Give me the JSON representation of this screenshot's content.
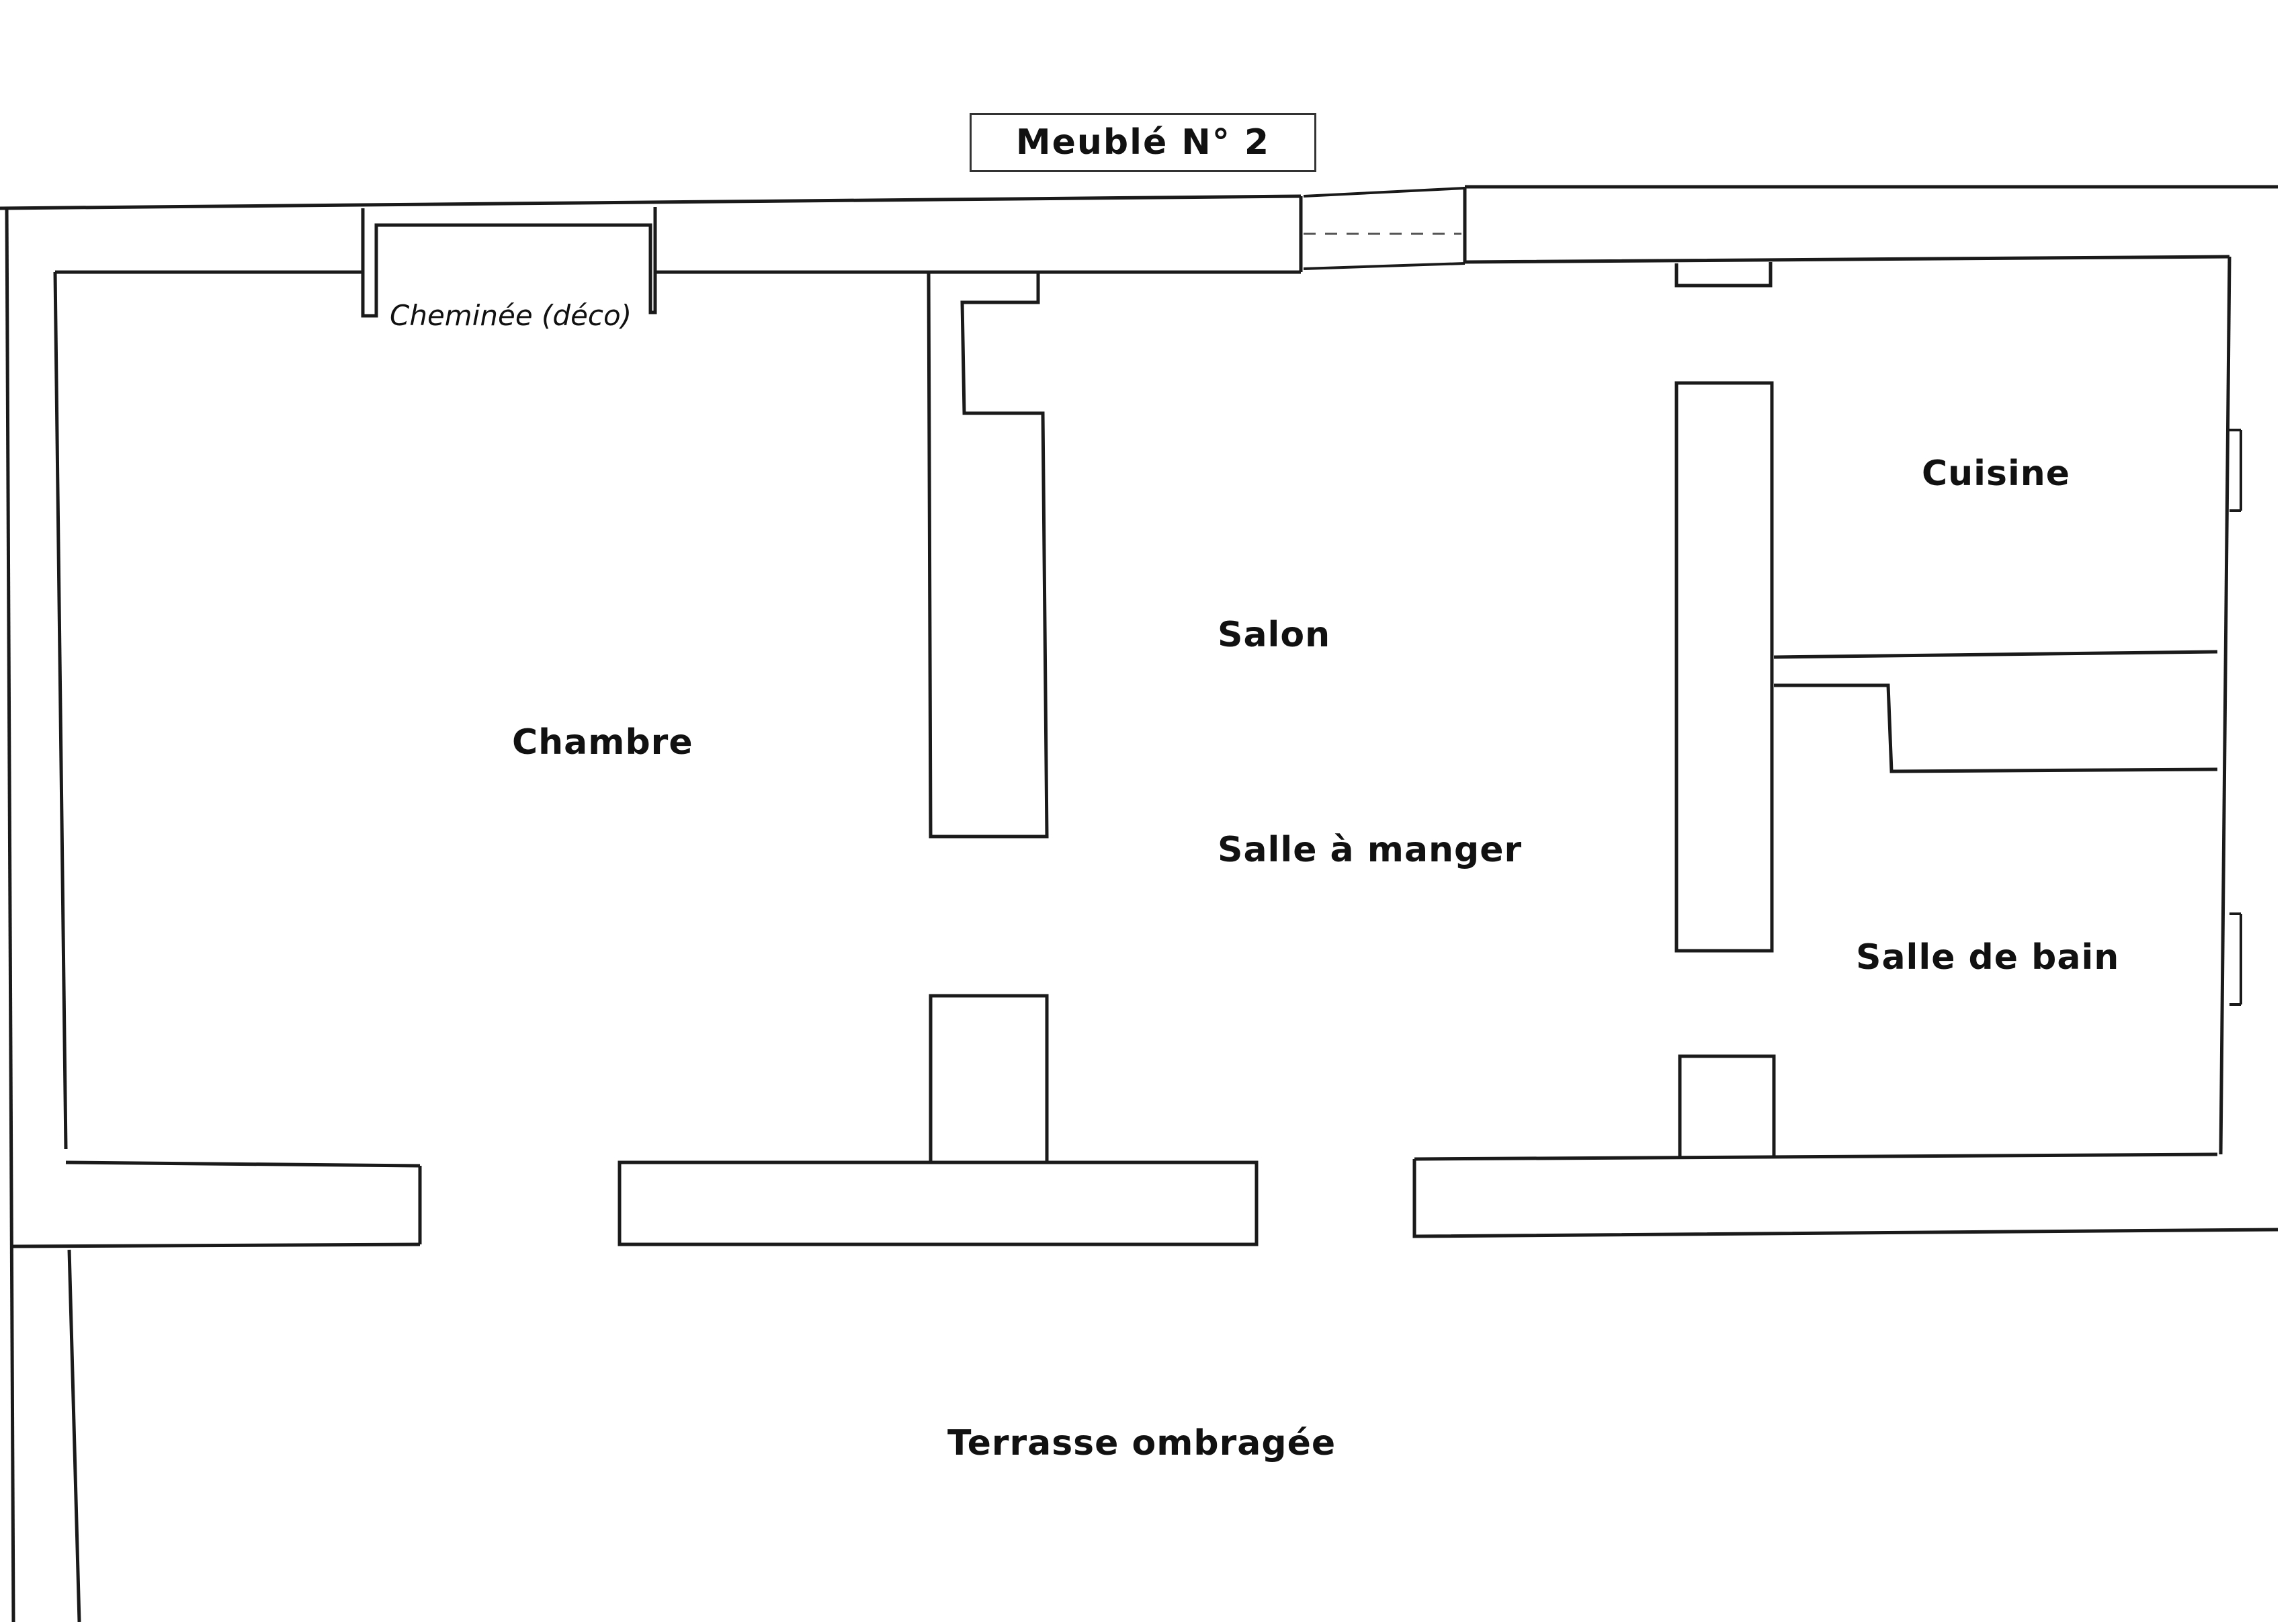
{
  "title": "Meublé N° 2",
  "features": {
    "fireplace": "Cheminée (déco)"
  },
  "rooms": {
    "chambre": "Chambre",
    "salon": "Salon",
    "salle_a_manger": "Salle à manger",
    "cuisine": "Cuisine",
    "salle_de_bain": "Salle de bain",
    "terrasse": "Terrasse ombragée"
  },
  "colors": {
    "line": "#1a1a1a",
    "background": "#ffffff"
  }
}
